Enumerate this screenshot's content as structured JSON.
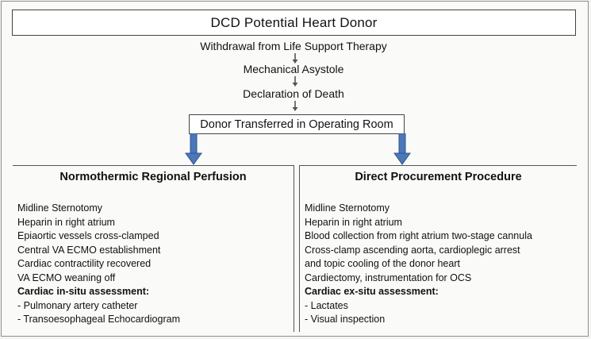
{
  "title": "DCD  Potential Heart Donor",
  "steps": [
    "Withdrawal from Life Support Therapy",
    "Mechanical Asystole",
    "Declaration of Death"
  ],
  "transfer": "Donor Transferred in Operating Room",
  "colors": {
    "arrow_blue": "#4a78b8",
    "small_arrow": "#555555"
  },
  "left": {
    "title": "Normothermic Regional Perfusion",
    "items": [
      "Midline Sternotomy",
      "Heparin in right atrium",
      "Epiaortic vessels cross-clamped",
      "Central VA ECMO establishment",
      "Cardiac contractility recovered",
      "VA ECMO weaning off"
    ],
    "assessment_label": "Cardiac in-situ assessment:",
    "assessment_items": [
      "- Pulmonary artery catheter",
      "- Transoesophageal  Echocardiogram"
    ]
  },
  "right": {
    "title": "Direct Procurement Procedure",
    "items": [
      "Midline Sternotomy",
      "Heparin in right atrium",
      "Blood collection from right atrium two-stage cannula",
      "Cross-clamp ascending aorta, cardioplegic arrest",
      "and topic cooling of the donor heart",
      "Cardiectomy, instrumentation for OCS"
    ],
    "assessment_label": "Cardiac ex-situ assessment:",
    "assessment_items": [
      "- Lactates",
      "- Visual inspection"
    ]
  }
}
